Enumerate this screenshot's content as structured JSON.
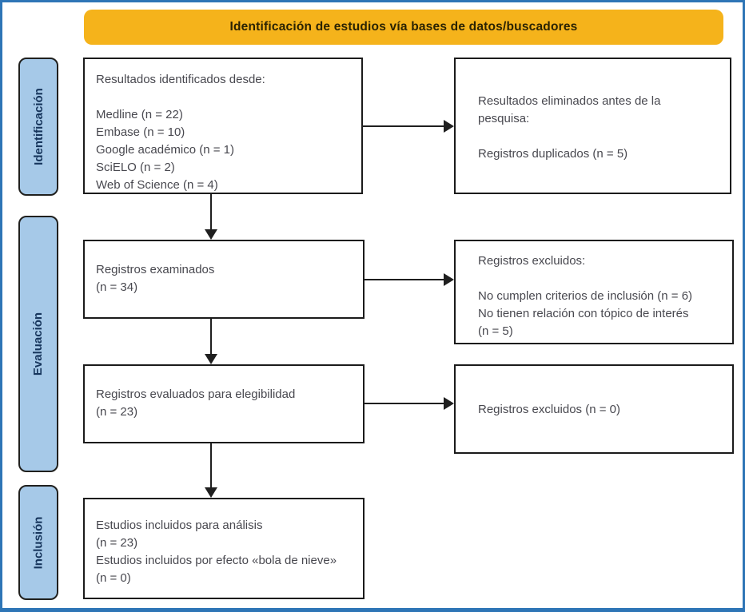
{
  "banner": {
    "title": "Identificación de estudios vía bases de datos/buscadores"
  },
  "sidebar": {
    "stages": [
      {
        "label": "Identificación"
      },
      {
        "label": "Evaluación"
      },
      {
        "label": "Inclusión"
      }
    ]
  },
  "boxes": {
    "identified": {
      "text": "Resultados identificados desde:\n\nMedline (n = 22)\nEmbase (n = 10)\nGoogle académico (n = 1)\nSciELO (n = 2)\nWeb of Science (n = 4)"
    },
    "removed_before_screening": {
      "text": "Resultados eliminados antes de la\npesquisa:\n\nRegistros duplicados (n = 5)"
    },
    "screened": {
      "text": "Registros examinados\n(n = 34)"
    },
    "excluded_screening": {
      "text": "Registros excluidos:\n\nNo cumplen criterios de inclusión (n = 6)\nNo tienen relación con tópico de interés\n(n = 5)"
    },
    "assessed_eligibility": {
      "text": "Registros evaluados para elegibilidad\n(n = 23)"
    },
    "excluded_eligibility": {
      "text": "Registros excluidos (n = 0)"
    },
    "included": {
      "text": "Estudios incluidos para análisis\n(n = 23)\nEstudios incluidos por efecto «bola de nieve»\n(n = 0)"
    }
  },
  "counts": {
    "medline": 22,
    "embase": 10,
    "google_academico": 1,
    "scielo": 2,
    "web_of_science": 4,
    "duplicates_removed": 5,
    "screened": 34,
    "excluded_no_criteria": 6,
    "excluded_no_relation": 5,
    "assessed_eligibility": 23,
    "excluded_eligibility": 0,
    "included_analysis": 23,
    "included_snowball": 0
  },
  "colors": {
    "outer_border": "#2E75B6",
    "banner_bg": "#F5B31B",
    "banner_text": "#2B2303",
    "stage_bg": "#A6C9E8",
    "stage_text": "#17365D",
    "box_border": "#1B1B1B",
    "box_text": "#48484F",
    "arrow": "#1F1F1F"
  }
}
